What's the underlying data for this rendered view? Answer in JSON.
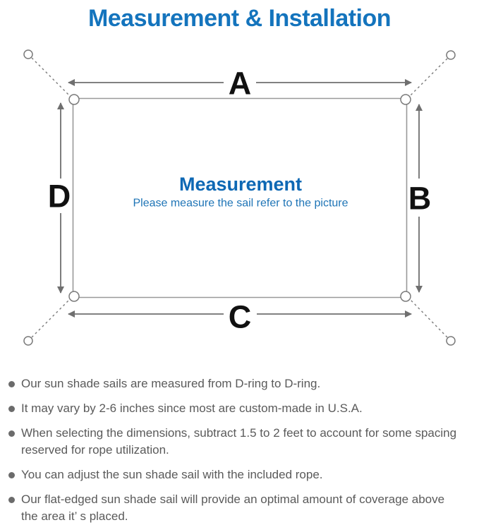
{
  "title": "Measurement & Installation",
  "diagram": {
    "labels": {
      "top": "A",
      "right": "B",
      "bottom": "C",
      "left": "D"
    },
    "center_heading": "Measurement",
    "center_subtitle": "Please measure the sail refer to the picture"
  },
  "notes": [
    "Our sun shade sails are measured from D-ring to D-ring.",
    "It may vary by 2-6 inches since most are custom-made in U.S.A.",
    "When selecting the dimensions, subtract 1.5 to 2 feet to account for some spacing\nreserved for rope utilization.",
    "You can adjust the sun shade sail with the included rope.",
    "Our flat-edged sun shade sail will provide an optimal amount of coverage above\nthe area it’ s placed."
  ],
  "colors": {
    "title_blue": "#1474bd",
    "center_heading_blue": "#0e68b4",
    "center_subtitle_blue": "#1e74b6",
    "dimension_label_black": "#111111",
    "arrow_gray": "#6f6f6f",
    "outline_gray": "#999999",
    "note_text_gray": "#5a5a5a"
  }
}
